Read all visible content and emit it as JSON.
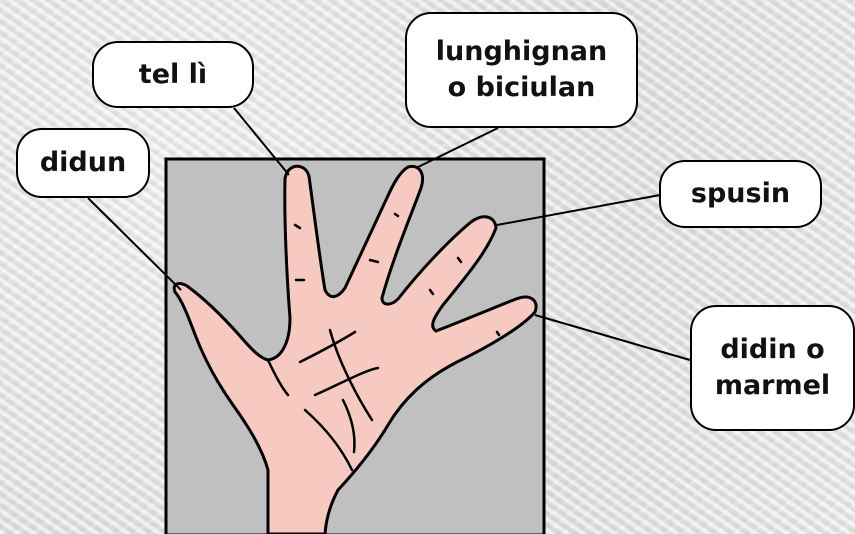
{
  "colors": {
    "panel": "#c0c0c0",
    "skin": "#f6c9c1",
    "outline": "#000000",
    "label_bg": "#ffffff"
  },
  "labels": {
    "thumb": "didun",
    "index": "tel lì",
    "middle": "lunghignan\no biciulan",
    "ring": "spusin",
    "little": "didin o\nmarmel"
  }
}
